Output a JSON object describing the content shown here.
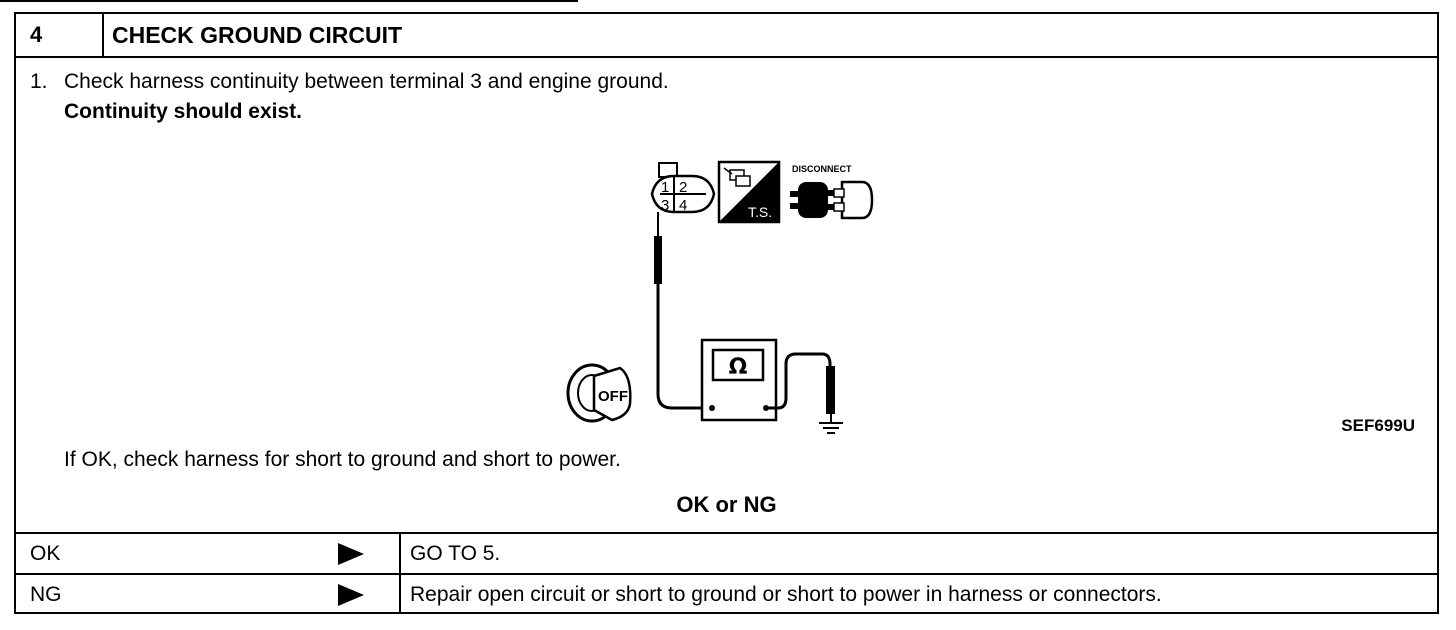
{
  "step": {
    "number": "4",
    "title": "CHECK GROUND CIRCUIT"
  },
  "instructions": {
    "item_number": "1.",
    "text": "Check harness continuity between terminal 3 and engine ground.",
    "spec": "Continuity should exist.",
    "followup": "If OK, check harness for short to ground and short to power."
  },
  "diagram": {
    "connector_pins": [
      "1",
      "2",
      "3",
      "4"
    ],
    "ts_label": "T.S.",
    "disconnect_label": "DISCONNECT",
    "meter_symbol": "Ω",
    "key_label": "OFF",
    "figure_ref": "SEF699U"
  },
  "decision_title": "OK or NG",
  "results": [
    {
      "label": "OK",
      "action": "GO TO 5."
    },
    {
      "label": "NG",
      "action": "Repair open circuit or short to ground or short to power in harness or connectors."
    }
  ]
}
